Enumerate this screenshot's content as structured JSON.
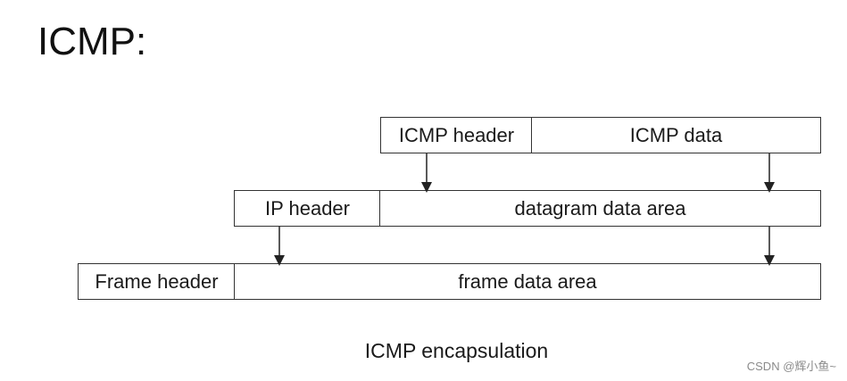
{
  "title": "ICMP:",
  "diagram": {
    "row1": {
      "header": "ICMP header",
      "data": "ICMP data"
    },
    "row2": {
      "header": "IP header",
      "data": "datagram data area"
    },
    "row3": {
      "header": "Frame header",
      "data": "frame data area"
    },
    "caption": "ICMP encapsulation"
  },
  "watermark": "CSDN @辉小鱼~"
}
